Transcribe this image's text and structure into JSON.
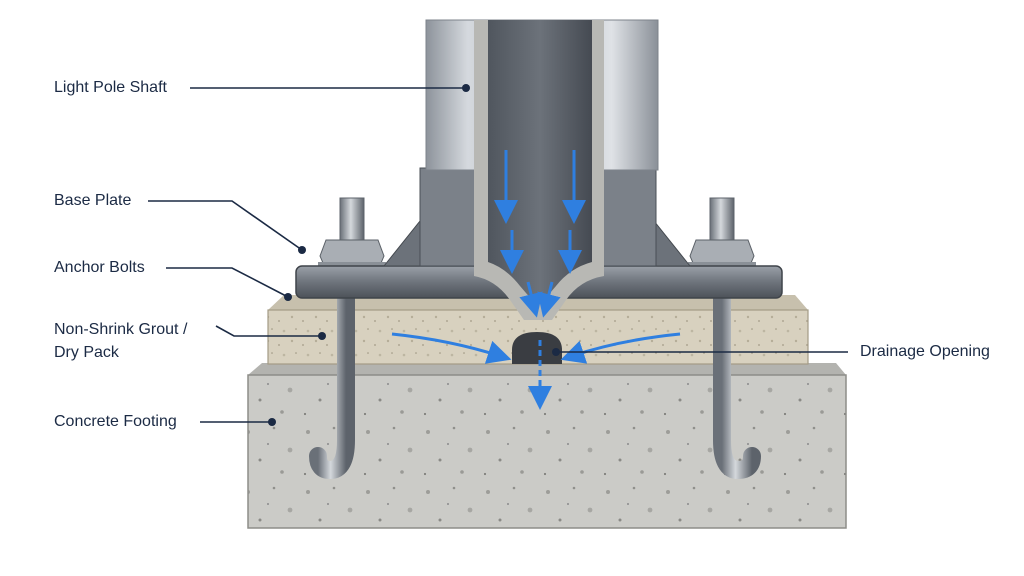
{
  "labels": {
    "shaft": "Light Pole Shaft",
    "base_plate": "Base Plate",
    "anchor_bolts": "Anchor Bolts",
    "grout_line1": "Non-Shrink Grout /",
    "grout_line2": "Dry Pack",
    "footing": "Concrete Footing",
    "drainage": "Drainage Opening"
  },
  "colors": {
    "label_text": "#1b2a44",
    "leader_line": "#1b2a44",
    "water_flow": "#2f7fe0",
    "steel": "#8a9099",
    "concrete": "#c9c9c5",
    "grout": "#d9d2c0"
  }
}
